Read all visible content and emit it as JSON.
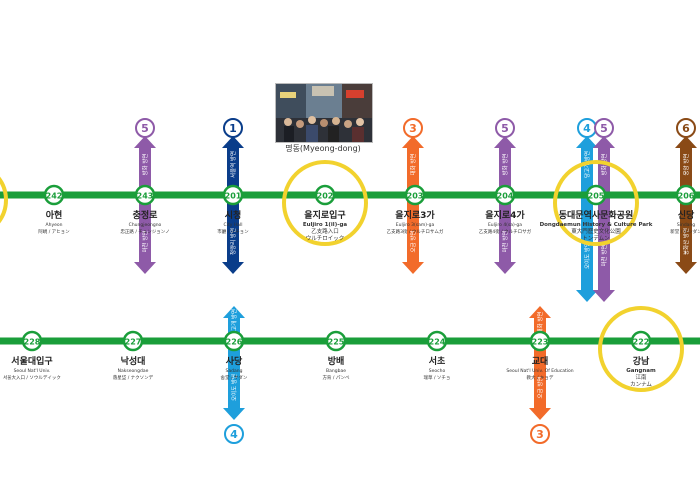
{
  "colors": {
    "line2": "#1a9e3a",
    "line1": "#0a3d8a",
    "line3": "#f26b2a",
    "line4": "#1e9fdc",
    "line5": "#8e5aa8",
    "line6": "#8a4a16",
    "highlight": "#f2d22e",
    "station_text": "#222222"
  },
  "photo": {
    "caption": "명동(Myeong-dong)"
  },
  "upper_row": {
    "stations": [
      {
        "code": "242",
        "name_ko": "아현",
        "name_en": "Ahyeon",
        "name_alt": "阿峴 / アヒョン"
      },
      {
        "code": "243",
        "name_ko": "충정로",
        "name_en": "Chungjeongno",
        "name_alt": "忠正路 / チュンジョンノ"
      },
      {
        "code": "201",
        "name_ko": "시청",
        "name_en": "City Hall",
        "name_alt": "市廳 / シチョン"
      },
      {
        "code": "202",
        "name_ko": "을지로입구",
        "name_en": "Euljiro 1(il)-ga",
        "name_alt": "乙支路入口",
        "name_jp": "ウルチロイック",
        "highlight": true
      },
      {
        "code": "203",
        "name_ko": "을지로3가",
        "name_en": "Euljiro 3(sam)-ga",
        "name_alt": "乙支路3街 / ウルチロサムガ"
      },
      {
        "code": "204",
        "name_ko": "을지로4가",
        "name_en": "Euljiro 4(sa)-ga",
        "name_alt": "乙支路4街 / ウルチロサガ"
      },
      {
        "code": "205",
        "name_ko": "동대문역사문화공원",
        "name_en": "Dongdaemun History & Culture Park",
        "name_alt": "東大門歷史文化公園",
        "name_jp": "トンデムン",
        "highlight": true
      },
      {
        "code": "206",
        "name_ko": "신당",
        "name_en": "Sindang",
        "name_alt": "新堂 / シンダン"
      }
    ],
    "transfers": [
      {
        "line": "5",
        "label_up": "방화 방면",
        "label_down": "마천 방면"
      },
      {
        "line": "1",
        "label_up": "서울역 방면",
        "label_down": "청량리 방면"
      },
      {
        "line": "3",
        "label_up": "대화 방면",
        "label_down": "오금 방면"
      },
      {
        "line": "5",
        "label_up": "방화 방면",
        "label_down": "마천 방면"
      },
      {
        "line": "4",
        "label_up": "당고개 방면",
        "label_down": "오이도 방면"
      },
      {
        "line": "5",
        "label_up": "방화 방면",
        "label_down": "마천 방면"
      },
      {
        "line": "6",
        "label_up": "응암 방면",
        "label_down": "봉화산 방면"
      }
    ]
  },
  "lower_row": {
    "stations": [
      {
        "code": "228",
        "name_ko": "서울대입구",
        "name_en": "Seoul Nat'l Univ.",
        "name_alt": "서울大入口 / ソウルデイック"
      },
      {
        "code": "227",
        "name_ko": "낙성대",
        "name_en": "Nakseongdae",
        "name_alt": "落星垈 / ナクソンデ"
      },
      {
        "code": "226",
        "name_ko": "사당",
        "name_en": "Sadang",
        "name_alt": "舍堂 / サダン"
      },
      {
        "code": "225",
        "name_ko": "방배",
        "name_en": "Bangbae",
        "name_alt": "方背 / パンベ"
      },
      {
        "code": "224",
        "name_ko": "서초",
        "name_en": "Seocho",
        "name_alt": "瑞草 / ソチョ"
      },
      {
        "code": "223",
        "name_ko": "교대",
        "name_en": "Seoul Nat'l Univ. Of Education",
        "name_alt": "教大 / キョデ"
      },
      {
        "code": "222",
        "name_ko": "강남",
        "name_en": "Gangnam",
        "name_alt": "江南",
        "name_jp": "カンナム",
        "highlight": true
      }
    ],
    "transfers": [
      {
        "line": "4",
        "label_up": "당고개 방면",
        "label_down": "오이도 방면"
      },
      {
        "line": "3",
        "label_up": "대화 방면",
        "label_down": "오금 방면"
      }
    ]
  }
}
